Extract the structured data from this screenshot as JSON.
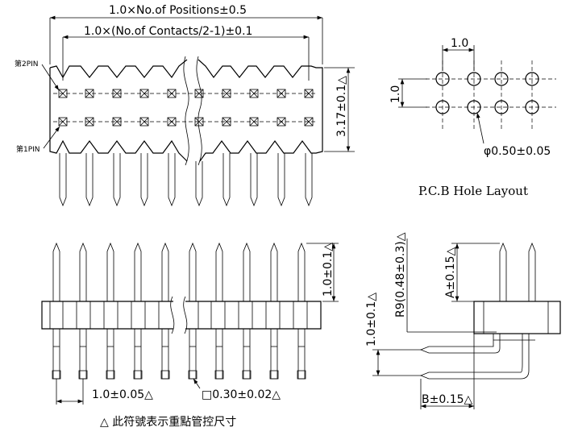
{
  "labels": {
    "total_length": "1.0×No.of Positions±0.5",
    "contact_span": "1.0×(No.of Contacts/2-1)±0.1",
    "pin2": "第2PIN",
    "pin1": "第1PIN",
    "height_317": "3.17±0.1△",
    "pcb_pitch_x": "1.0",
    "pcb_pitch_y": "1.0",
    "hole_dia": "φ0.50±0.05",
    "pcb_title": "P.C.B Hole Layout",
    "pin_height": "1.0±0.1△",
    "pitch_bottom": "1.0±0.05△",
    "pin_square": "□0.30±0.02△",
    "radius": "R9(0.48±0.3)△",
    "dim_a": "A±0.15△",
    "side_height": "1.0±0.1△",
    "dim_b": "B±0.15△",
    "note": "△ 此符號表示重點管控尺寸"
  }
}
